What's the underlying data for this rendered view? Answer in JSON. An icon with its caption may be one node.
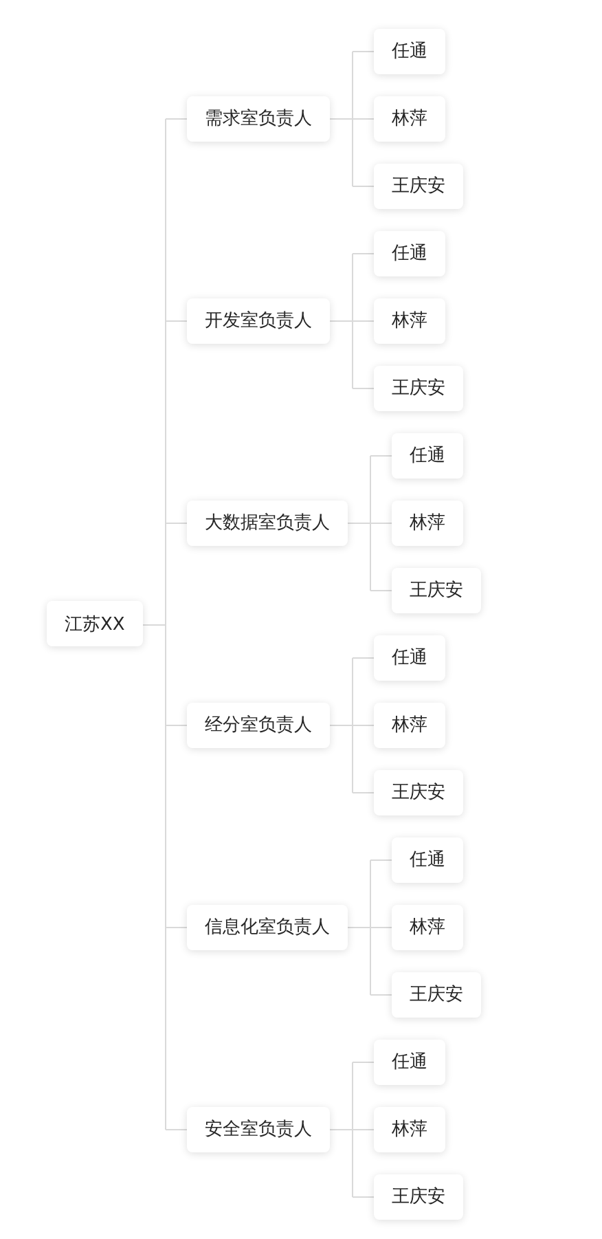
{
  "diagram": {
    "nodes": [
      {
        "text": [
          "江苏XX"
        ]
      },
      {
        "text": [
          "需求室负责人"
        ]
      },
      {
        "text": [
          "任通"
        ]
      },
      {
        "text": [
          "林萍"
        ]
      },
      {
        "text": [
          "王庆安"
        ]
      },
      {
        "text": [
          "开发室负责人"
        ]
      },
      {
        "text": [
          "任通"
        ]
      },
      {
        "text": [
          "林萍"
        ]
      },
      {
        "text": [
          "王庆安"
        ]
      },
      {
        "text": [
          "大数据室负责人"
        ]
      },
      {
        "text": [
          "任通"
        ]
      },
      {
        "text": [
          "林萍"
        ]
      },
      {
        "text": [
          "王庆安"
        ]
      },
      {
        "text": [
          "经分室负责人"
        ]
      },
      {
        "text": [
          "任通"
        ]
      },
      {
        "text": [
          "林萍"
        ]
      },
      {
        "text": [
          "王庆安"
        ]
      },
      {
        "text": [
          "信息化室负责人"
        ]
      },
      {
        "text": [
          "任通"
        ]
      },
      {
        "text": [
          "林萍"
        ]
      },
      {
        "text": [
          "王庆安"
        ]
      },
      {
        "text": [
          "安全室负责人"
        ]
      },
      {
        "text": [
          "任通"
        ]
      },
      {
        "text": [
          "林萍"
        ]
      },
      {
        "text": [
          "王庆安"
        ]
      }
    ],
    "edges": [
      {
        "from": 0,
        "to": 1,
        "arrow": "none"
      },
      {
        "from": 0,
        "to": 5,
        "arrow": "none"
      },
      {
        "from": 0,
        "to": 9,
        "arrow": "none"
      },
      {
        "from": 0,
        "to": 13,
        "arrow": "none"
      },
      {
        "from": 0,
        "to": 17,
        "arrow": "none"
      },
      {
        "from": 0,
        "to": 21,
        "arrow": "none"
      },
      {
        "from": 1,
        "to": 2,
        "arrow": "none"
      },
      {
        "from": 1,
        "to": 3,
        "arrow": "none"
      },
      {
        "from": 1,
        "to": 4,
        "arrow": "none"
      },
      {
        "from": 5,
        "to": 6,
        "arrow": "none"
      },
      {
        "from": 5,
        "to": 7,
        "arrow": "none"
      },
      {
        "from": 5,
        "to": 8,
        "arrow": "none"
      },
      {
        "from": 9,
        "to": 10,
        "arrow": "none"
      },
      {
        "from": 9,
        "to": 11,
        "arrow": "none"
      },
      {
        "from": 9,
        "to": 12,
        "arrow": "none"
      },
      {
        "from": 13,
        "to": 14,
        "arrow": "none"
      },
      {
        "from": 13,
        "to": 15,
        "arrow": "none"
      },
      {
        "from": 13,
        "to": 16,
        "arrow": "none"
      },
      {
        "from": 17,
        "to": 18,
        "arrow": "none"
      },
      {
        "from": 17,
        "to": 19,
        "arrow": "none"
      },
      {
        "from": 17,
        "to": 20,
        "arrow": "none"
      },
      {
        "from": 21,
        "to": 22,
        "arrow": "none"
      },
      {
        "from": 21,
        "to": 23,
        "arrow": "none"
      },
      {
        "from": 21,
        "to": 24,
        "arrow": "none"
      }
    ]
  }
}
